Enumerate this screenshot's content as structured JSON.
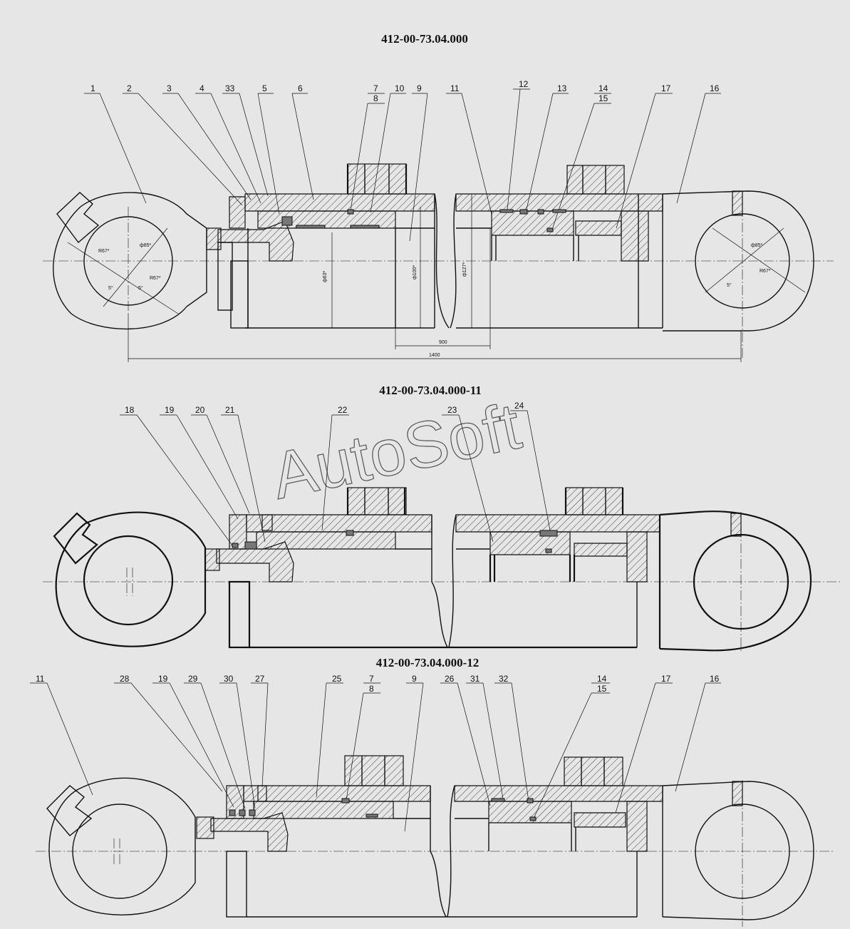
{
  "drawings": [
    {
      "title": "412-00-73.04.000",
      "callouts": [
        "1",
        "2",
        "3",
        "4",
        "33",
        "5",
        "6",
        "7",
        "8",
        "10",
        "9",
        "11",
        "12",
        "13",
        "14",
        "15",
        "17",
        "16"
      ],
      "dims": {
        "d_eye1": "ф85*",
        "r_eye1": "R67*",
        "r_eye1b": "R67*",
        "ang1": "5°",
        "ang2": "5°",
        "d_rod": "ф63*",
        "d_bore": "ф100*",
        "d_tube": "ф127*",
        "d_eye2": "ф85*",
        "r_eye2": "R67*",
        "ang3": "5°",
        "len_stroke": "900",
        "len_total": "1400"
      }
    },
    {
      "title": "412-00-73.04.000-11",
      "callouts": [
        "18",
        "19",
        "20",
        "21",
        "22",
        "23",
        "24"
      ]
    },
    {
      "title": "412-00-73.04.000-12",
      "callouts": [
        "11",
        "28",
        "19",
        "29",
        "30",
        "27",
        "25",
        "7",
        "8",
        "9",
        "26",
        "31",
        "32",
        "14",
        "15",
        "17",
        "16"
      ]
    }
  ],
  "watermark": "AutoSoft",
  "colors": {
    "background": "#e6e6e6",
    "ink": "#111111"
  }
}
